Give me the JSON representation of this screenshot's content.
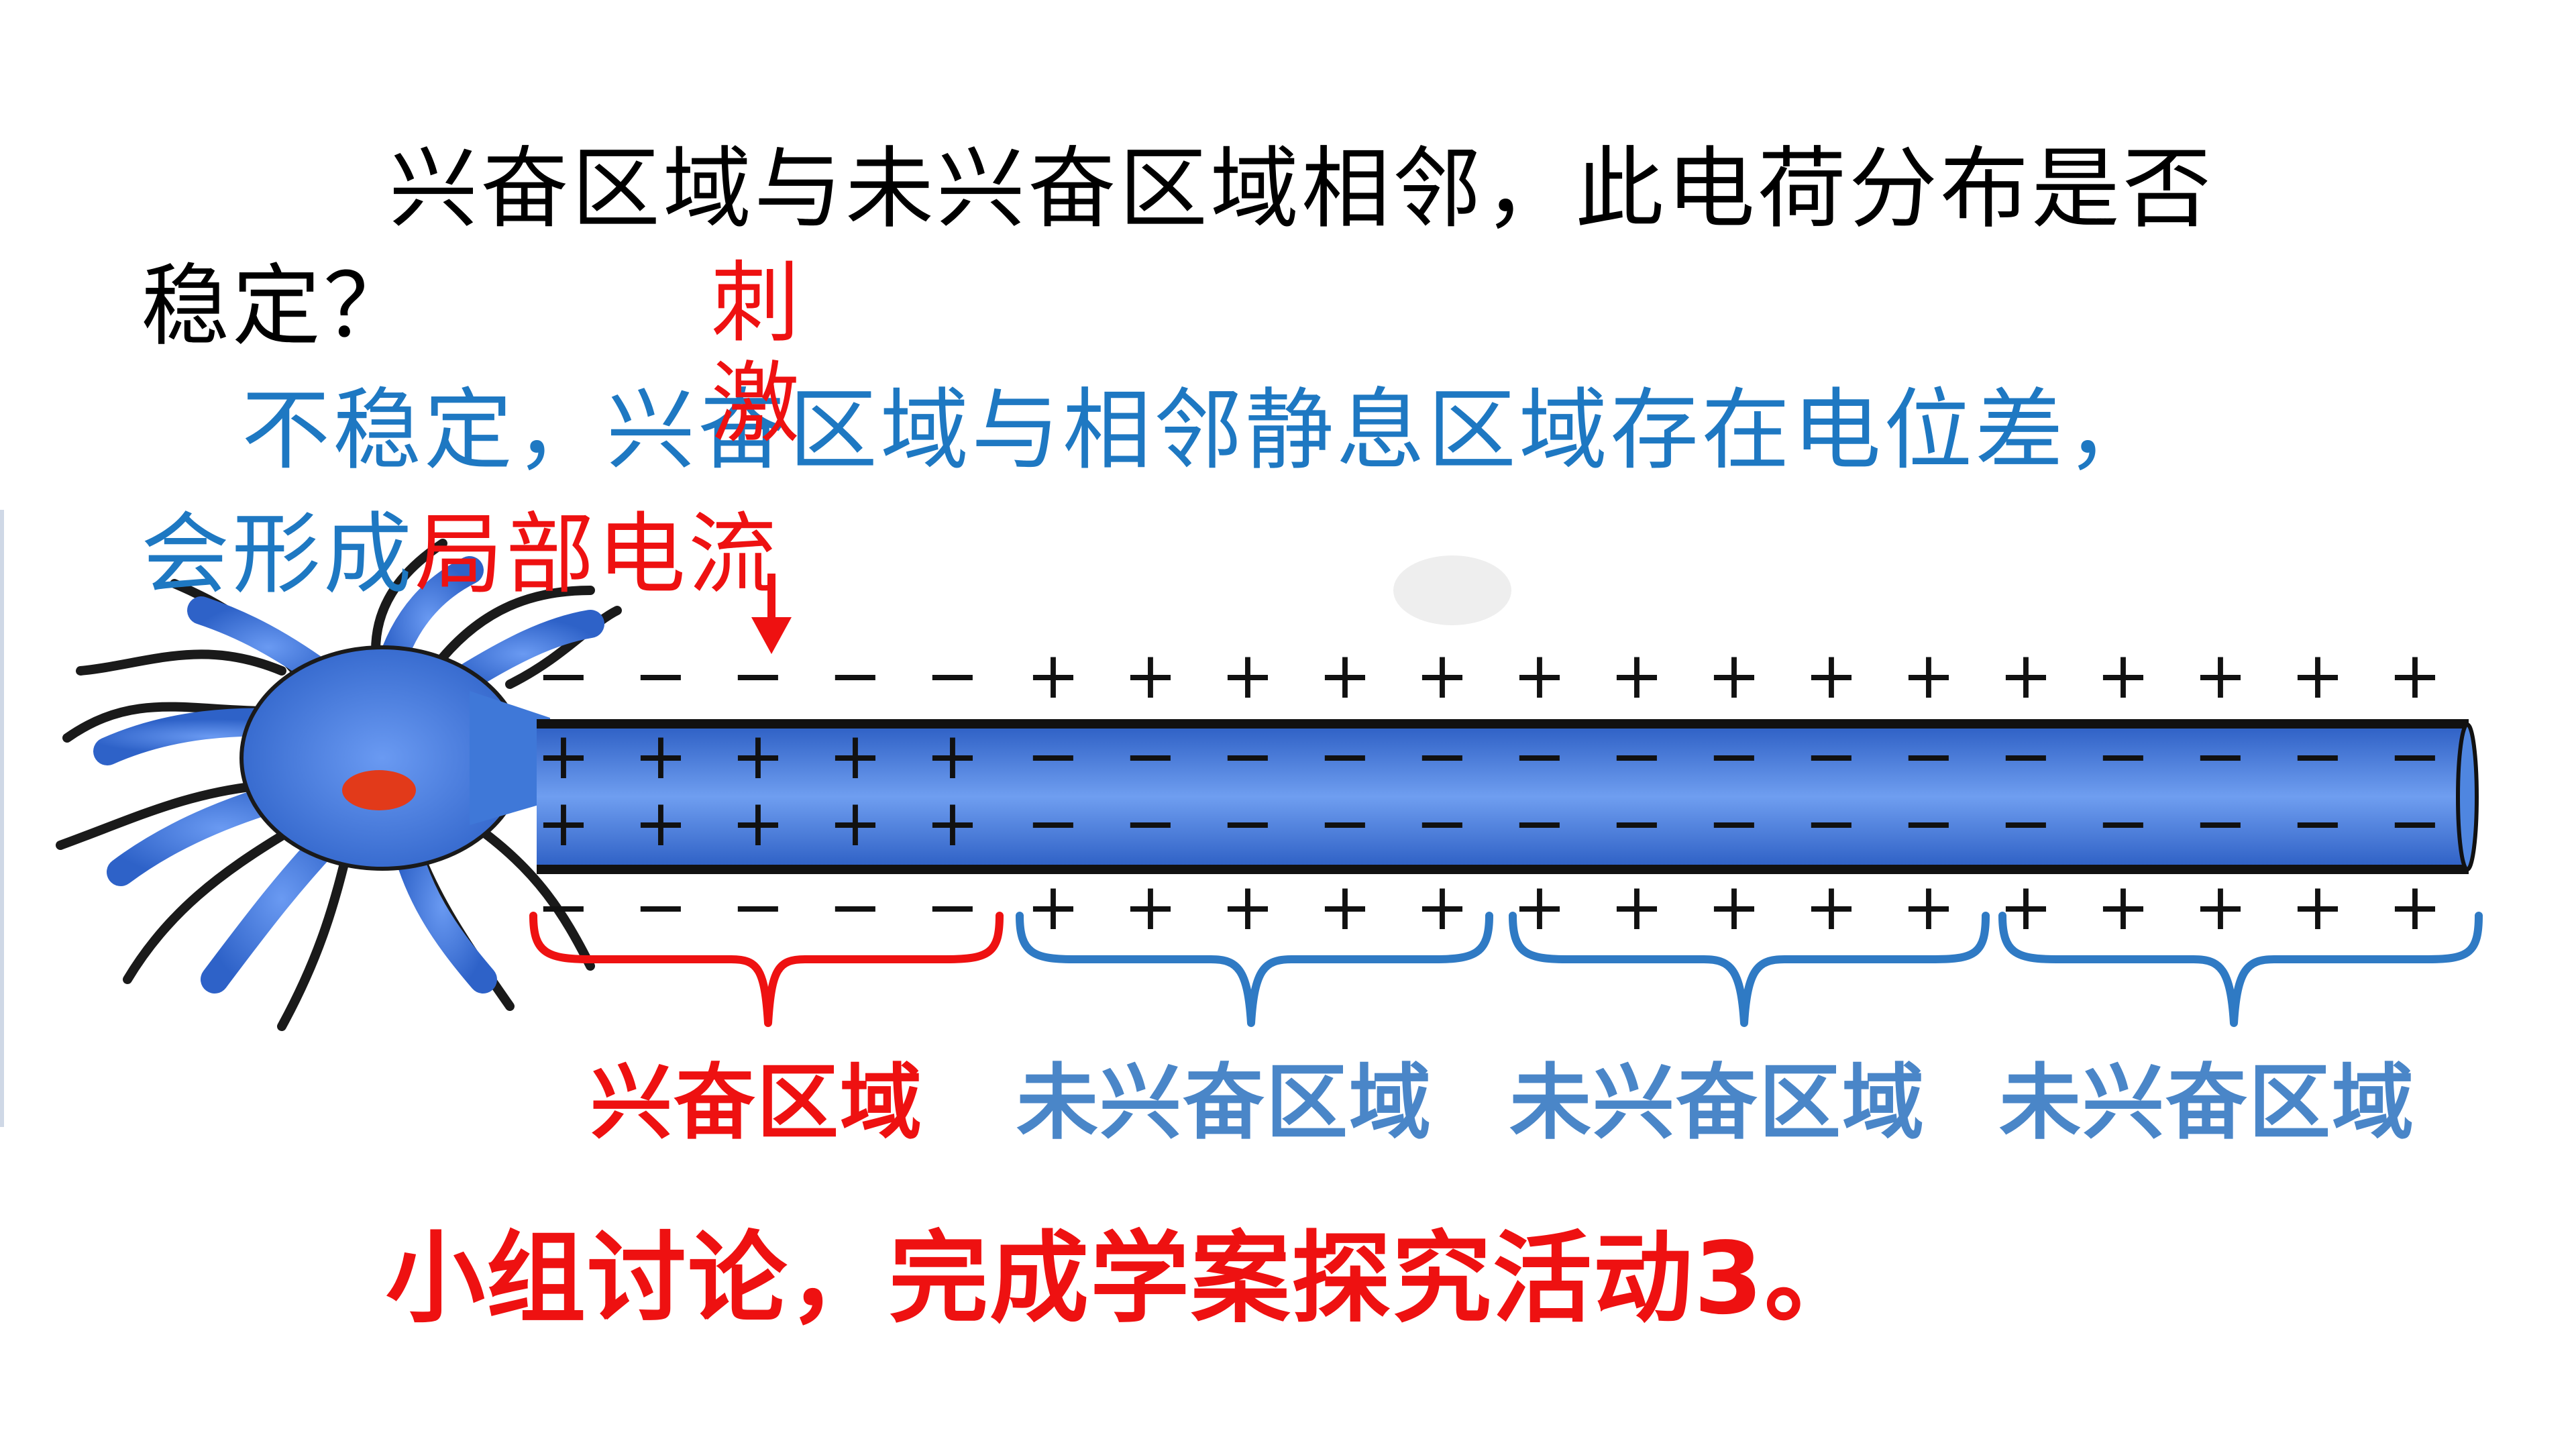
{
  "question": {
    "line1": "兴奋区域与未兴奋区域相邻，此电荷分布是否",
    "line2": "稳定？"
  },
  "answer": {
    "line1": "不稳定，兴奋区域与相邻静息区域存在电位差，",
    "line2_prefix": "会形成",
    "line2_highlight": "局部电流"
  },
  "stimulus": {
    "char1": "刺",
    "char2": "激"
  },
  "regions": [
    {
      "label": "兴奋区域",
      "color": "#ee1111"
    },
    {
      "label": "未兴奋区域",
      "color": "#4a86c8"
    },
    {
      "label": "未兴奋区域",
      "color": "#4a86c8"
    },
    {
      "label": "未兴奋区域",
      "color": "#4a86c8"
    }
  ],
  "charges": {
    "excited_outer": "−",
    "excited_inner": "+",
    "resting_outer": "+",
    "resting_inner": "−"
  },
  "footer_note": "小组讨论，完成学案探究活动3。",
  "colors": {
    "axon_blue": "#3f78d8",
    "membrane": "#111111",
    "nucleus": "#e23a1a",
    "accent_red": "#ee1111",
    "accent_blue": "#1e78c2"
  }
}
